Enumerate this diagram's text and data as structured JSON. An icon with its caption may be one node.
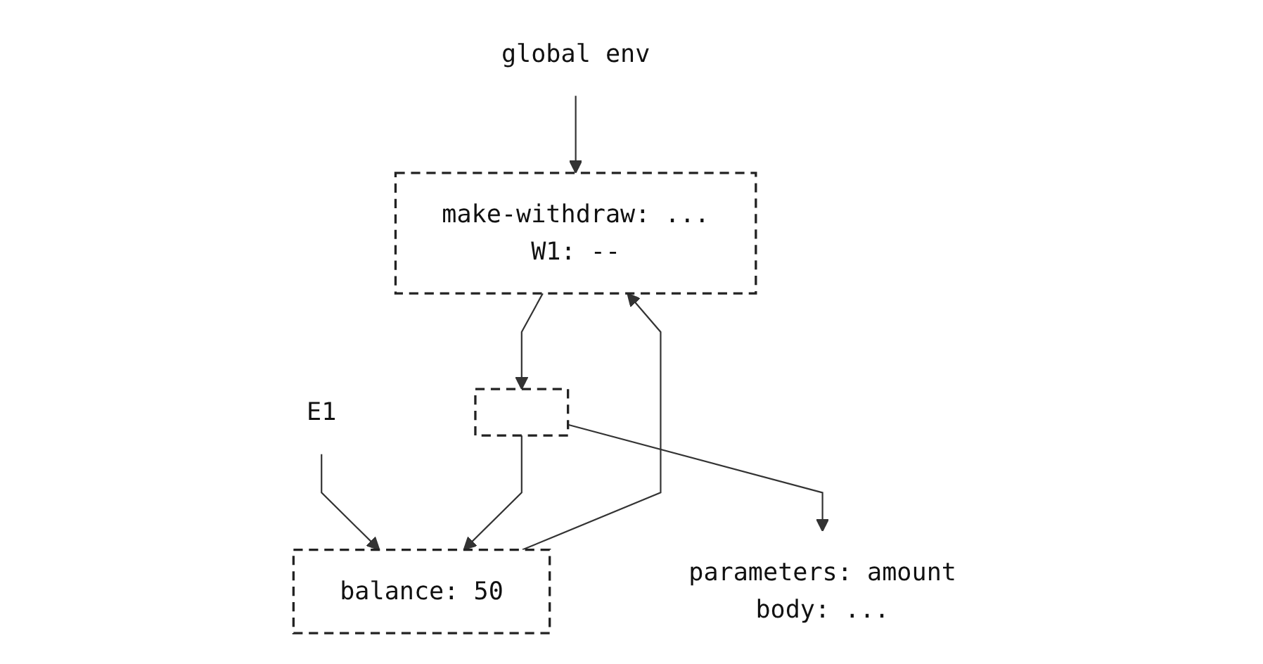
{
  "diagram": {
    "nodes": [
      {
        "text": [
          "global env"
        ]
      },
      {
        "text": [
          "make-withdraw: ...",
          "W1: --"
        ]
      },
      {
        "text": [
          "E1"
        ]
      },
      {
        "text": [
          "balance: 50"
        ]
      },
      {
        "text": [],
        "shape": "box"
      },
      {
        "text": [
          "parameters: amount",
          "body: ..."
        ]
      }
    ],
    "edges": [
      {
        "from": 0,
        "to": 1,
        "arrow": "to"
      },
      {
        "from": 2,
        "to": 3,
        "arrow": "to"
      },
      {
        "from": 3,
        "to": 1,
        "arrow": "to"
      },
      {
        "from": 1,
        "to": 4,
        "arrow": "to"
      },
      {
        "from": 4,
        "to": 3,
        "arrow": "to"
      },
      {
        "from": 4,
        "to": 5,
        "arrow": "to"
      }
    ]
  }
}
